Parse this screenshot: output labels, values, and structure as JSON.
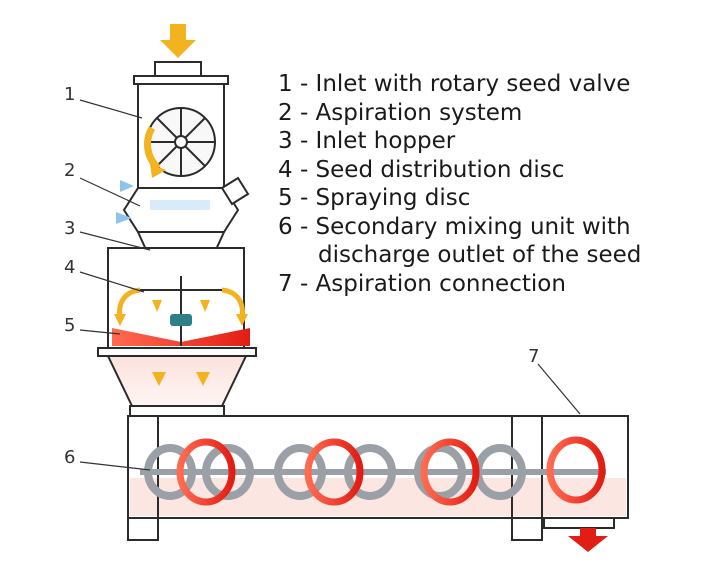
{
  "callouts": [
    "1",
    "2",
    "3",
    "4",
    "5",
    "6",
    "7"
  ],
  "legend": [
    "1 - Inlet with rotary seed valve",
    "2 - Aspiration system",
    "3 - Inlet hopper",
    "4 - Seed distribution disc",
    "5 - Spraying disc",
    "6 - Secondary mixing unit with",
    "discharge outlet of the seed",
    "7 - Aspiration connection"
  ],
  "colors": {
    "outline": "#2b2b2b",
    "seed_flow": "#f3b21f",
    "spray": "#e52a1f",
    "air": "#8ec3ea",
    "auger": "#b9bec4",
    "disc": "#2f7f86"
  }
}
